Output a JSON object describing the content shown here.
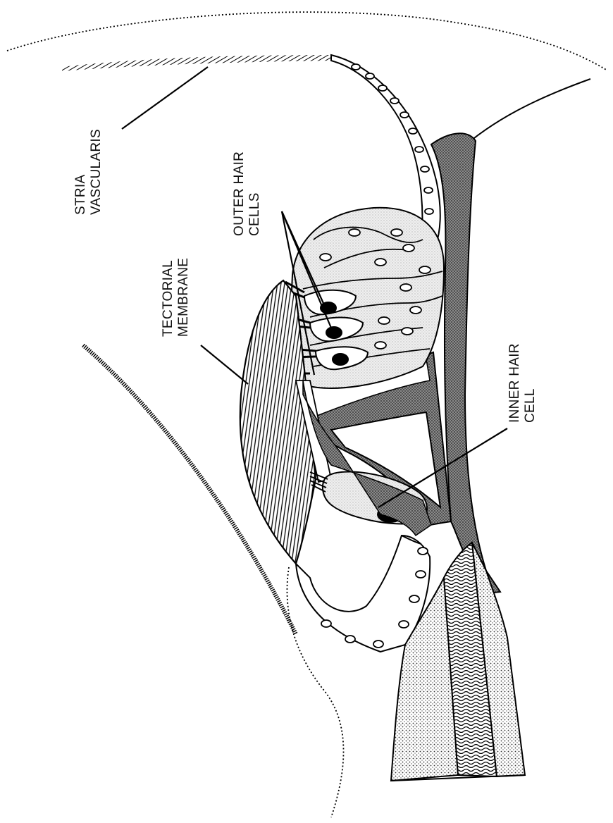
{
  "labels": {
    "stria": [
      "STRIA",
      "VASCULARIS"
    ],
    "outer": [
      "OUTER HAIR",
      "CELLS"
    ],
    "tectorial": [
      "TECTORIAL",
      "MEMBRANE"
    ],
    "inner": [
      "INNER HAIR",
      "CELL"
    ]
  },
  "colors": {
    "ink": "#000000",
    "background": "#ffffff",
    "dark_tissue": "#6e6e6e",
    "light_tissue": "#dcdcdc"
  }
}
